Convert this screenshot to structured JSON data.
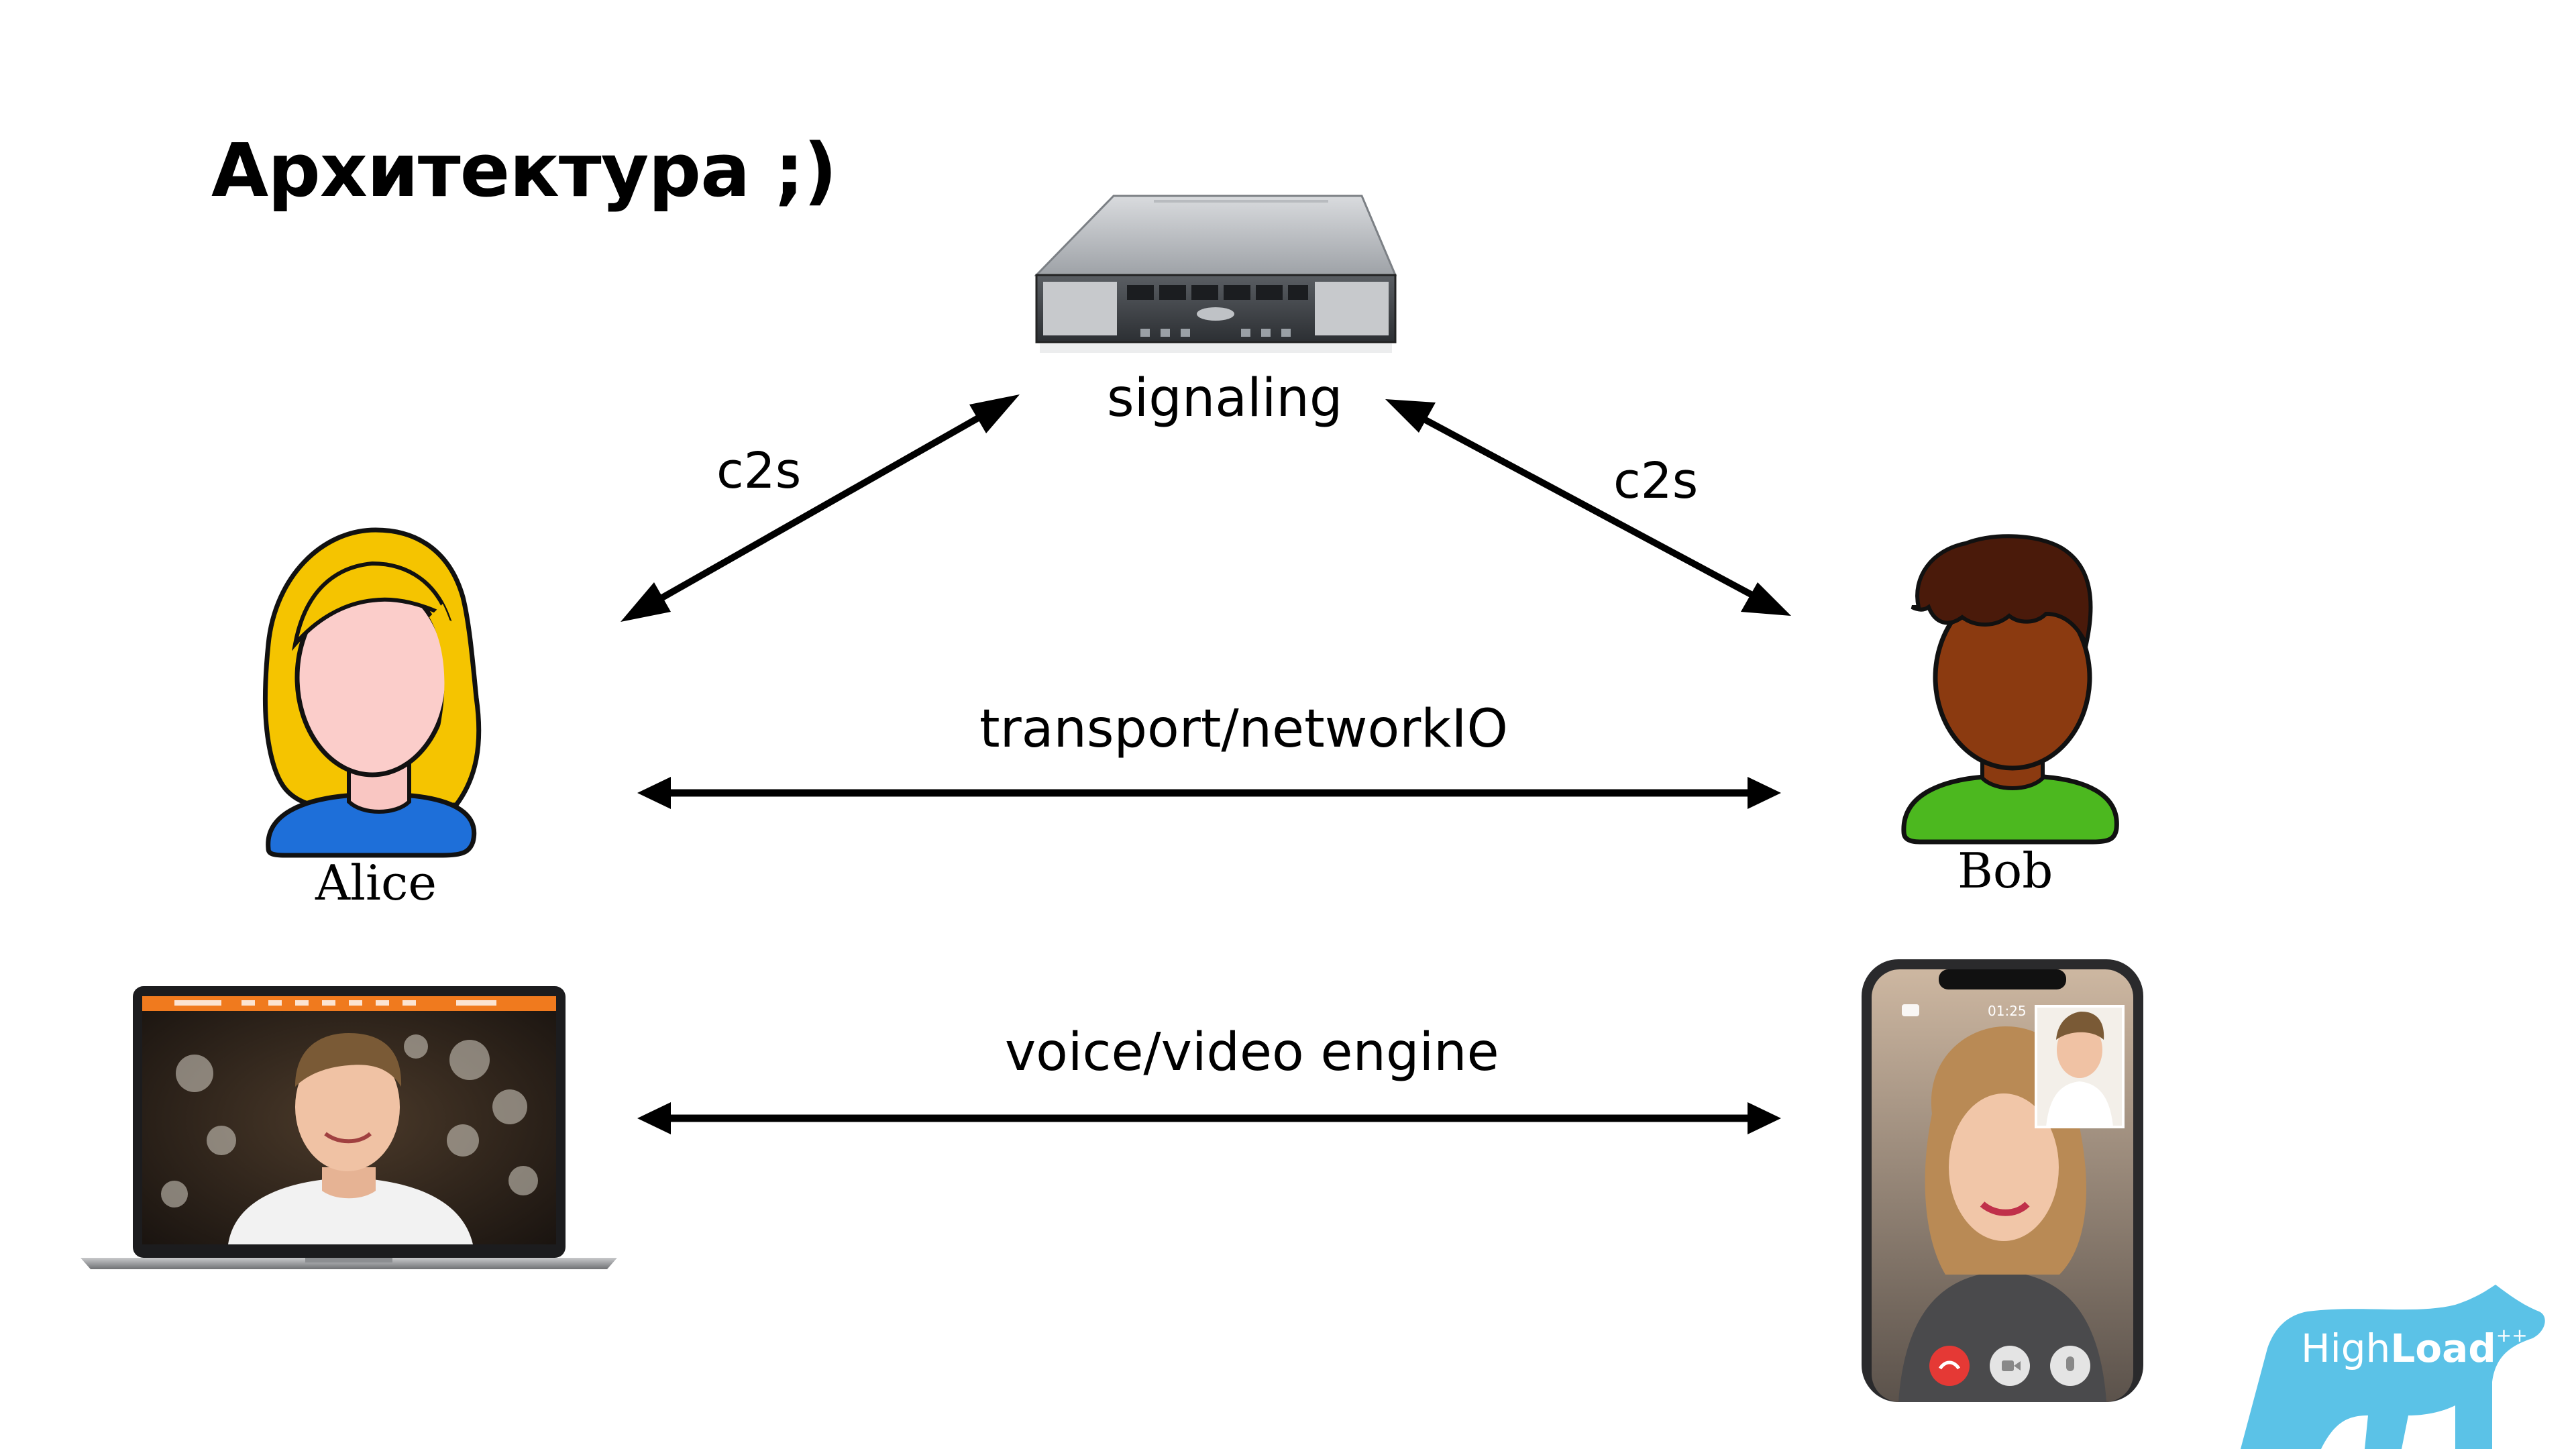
{
  "slide": {
    "title": "Архитектура ;)"
  },
  "nodes": {
    "server": {
      "label": "signaling",
      "icon": "server-rack-icon"
    },
    "alice": {
      "label": "Alice",
      "icon": "alice-avatar-icon",
      "device": "laptop-icon"
    },
    "bob": {
      "label": "Bob",
      "icon": "bob-avatar-icon",
      "device": "smartphone-icon"
    }
  },
  "edges": {
    "alice_signaling": {
      "label": "c2s"
    },
    "bob_signaling": {
      "label": "c2s"
    },
    "transport": {
      "label": "transport/networkIO"
    },
    "media": {
      "label": "voice/video engine"
    }
  },
  "phone_screen": {
    "call_timer": "01:25"
  },
  "logo": {
    "text_light": "High",
    "text_bold": "Load",
    "suffix": "++"
  },
  "colors": {
    "alice_hair": "#F5C400",
    "alice_shirt": "#1E6FD9",
    "bob_hair": "#4A1A0A",
    "bob_skin": "#8B3A10",
    "bob_shirt": "#4CB81F",
    "laptop_toolbar": "#F07A1E",
    "logo_bear": "#5BC2E7",
    "hangup_button": "#E53935"
  }
}
